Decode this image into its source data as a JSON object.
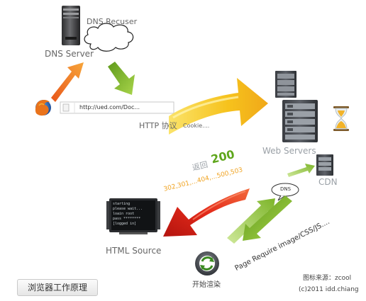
{
  "labels": {
    "dns_recuser": "DNS Recuser",
    "dns_server": "DNS Server",
    "url": "http://ued.com/Doc...",
    "http_protocol": "HTTP 协议",
    "cookie": "Cookie....",
    "web_servers": "Web Servers",
    "return_text": "返回",
    "status_200": "200",
    "status_codes": "302,301,...404,...500,503",
    "cdn": "CDN",
    "dns_bubble": "DNS",
    "html_source": "HTML Source",
    "page_require": "Page Require image/CSS/JS....",
    "start_render": "开始渲染",
    "icon_source": "图标来源：zcool",
    "copyright": "(c)2011 idd.chiang",
    "title_button": "浏览器工作原理"
  },
  "terminal_lines": [
    "starting",
    "please wait...",
    "loain root",
    "pass ********",
    "[logged in]"
  ],
  "colors": {
    "orange_arrow": "#f07a1e",
    "yellow_arrow": "#f4c51c",
    "red_arrow": "#e02d1c",
    "green_arrow": "#7fb51f",
    "status_green": "#5ea61b",
    "status_orange": "#f0a21e"
  },
  "icons": [
    "dns-server-tower-icon",
    "cloud-icon",
    "firefox-icon",
    "web-server-rack-icon",
    "hourglass-icon",
    "cdn-server-icon",
    "terminal-monitor-icon",
    "render-refresh-icon"
  ]
}
